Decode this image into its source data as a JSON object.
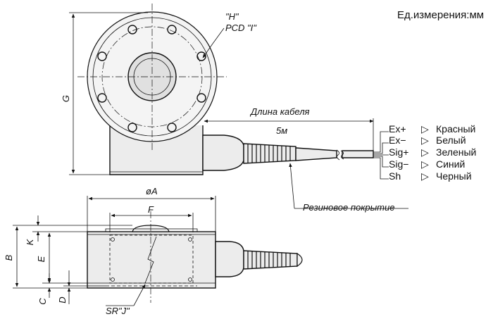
{
  "units_note": "Ед.измерения:мм",
  "top_view": {
    "label_h": "\"H\"",
    "label_pcd": "PCD \"I\"",
    "dim_g": "G",
    "cable_length_label": "Длина кабеля",
    "cable_length_value": "5м",
    "rubber_coating": "Резиновое покрытие"
  },
  "wires": [
    {
      "signal": "Ex+",
      "color_name": "Красный"
    },
    {
      "signal": "Ex−",
      "color_name": "Белый"
    },
    {
      "signal": "Sig+",
      "color_name": "Зеленый"
    },
    {
      "signal": "Sig−",
      "color_name": "Синий"
    },
    {
      "signal": "Sh",
      "color_name": "Черный"
    }
  ],
  "wire_marker": "▷",
  "side_view": {
    "dim_a": "øA",
    "dim_f": "F",
    "dim_b": "B",
    "dim_k": "K",
    "dim_e": "E",
    "dim_c": "C",
    "dim_d": "D",
    "sr_label": "SR\"J\""
  }
}
